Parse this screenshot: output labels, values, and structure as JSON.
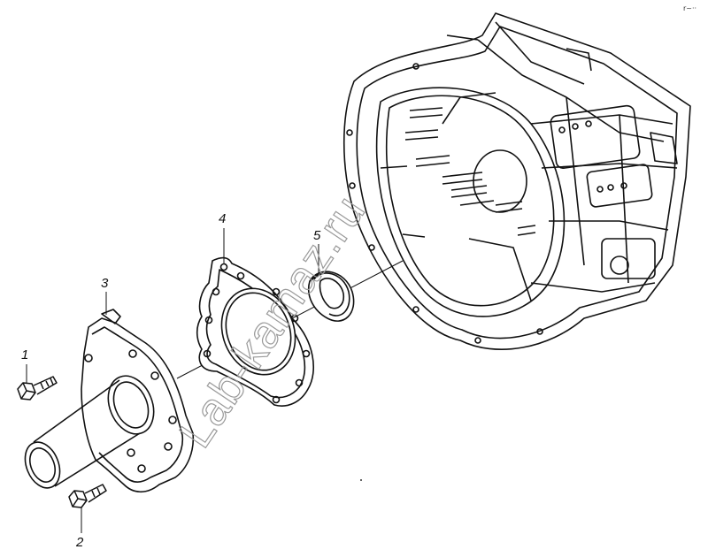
{
  "diagram": {
    "parts": [
      {
        "number": "1",
        "name": "bolt-upper"
      },
      {
        "number": "2",
        "name": "bolt-lower"
      },
      {
        "number": "3",
        "name": "bearing-cover"
      },
      {
        "number": "4",
        "name": "gasket"
      },
      {
        "number": "5",
        "name": "seal-ring"
      }
    ],
    "watermark": "Lab-kamaz.ru",
    "corner_mark": "r~··"
  }
}
